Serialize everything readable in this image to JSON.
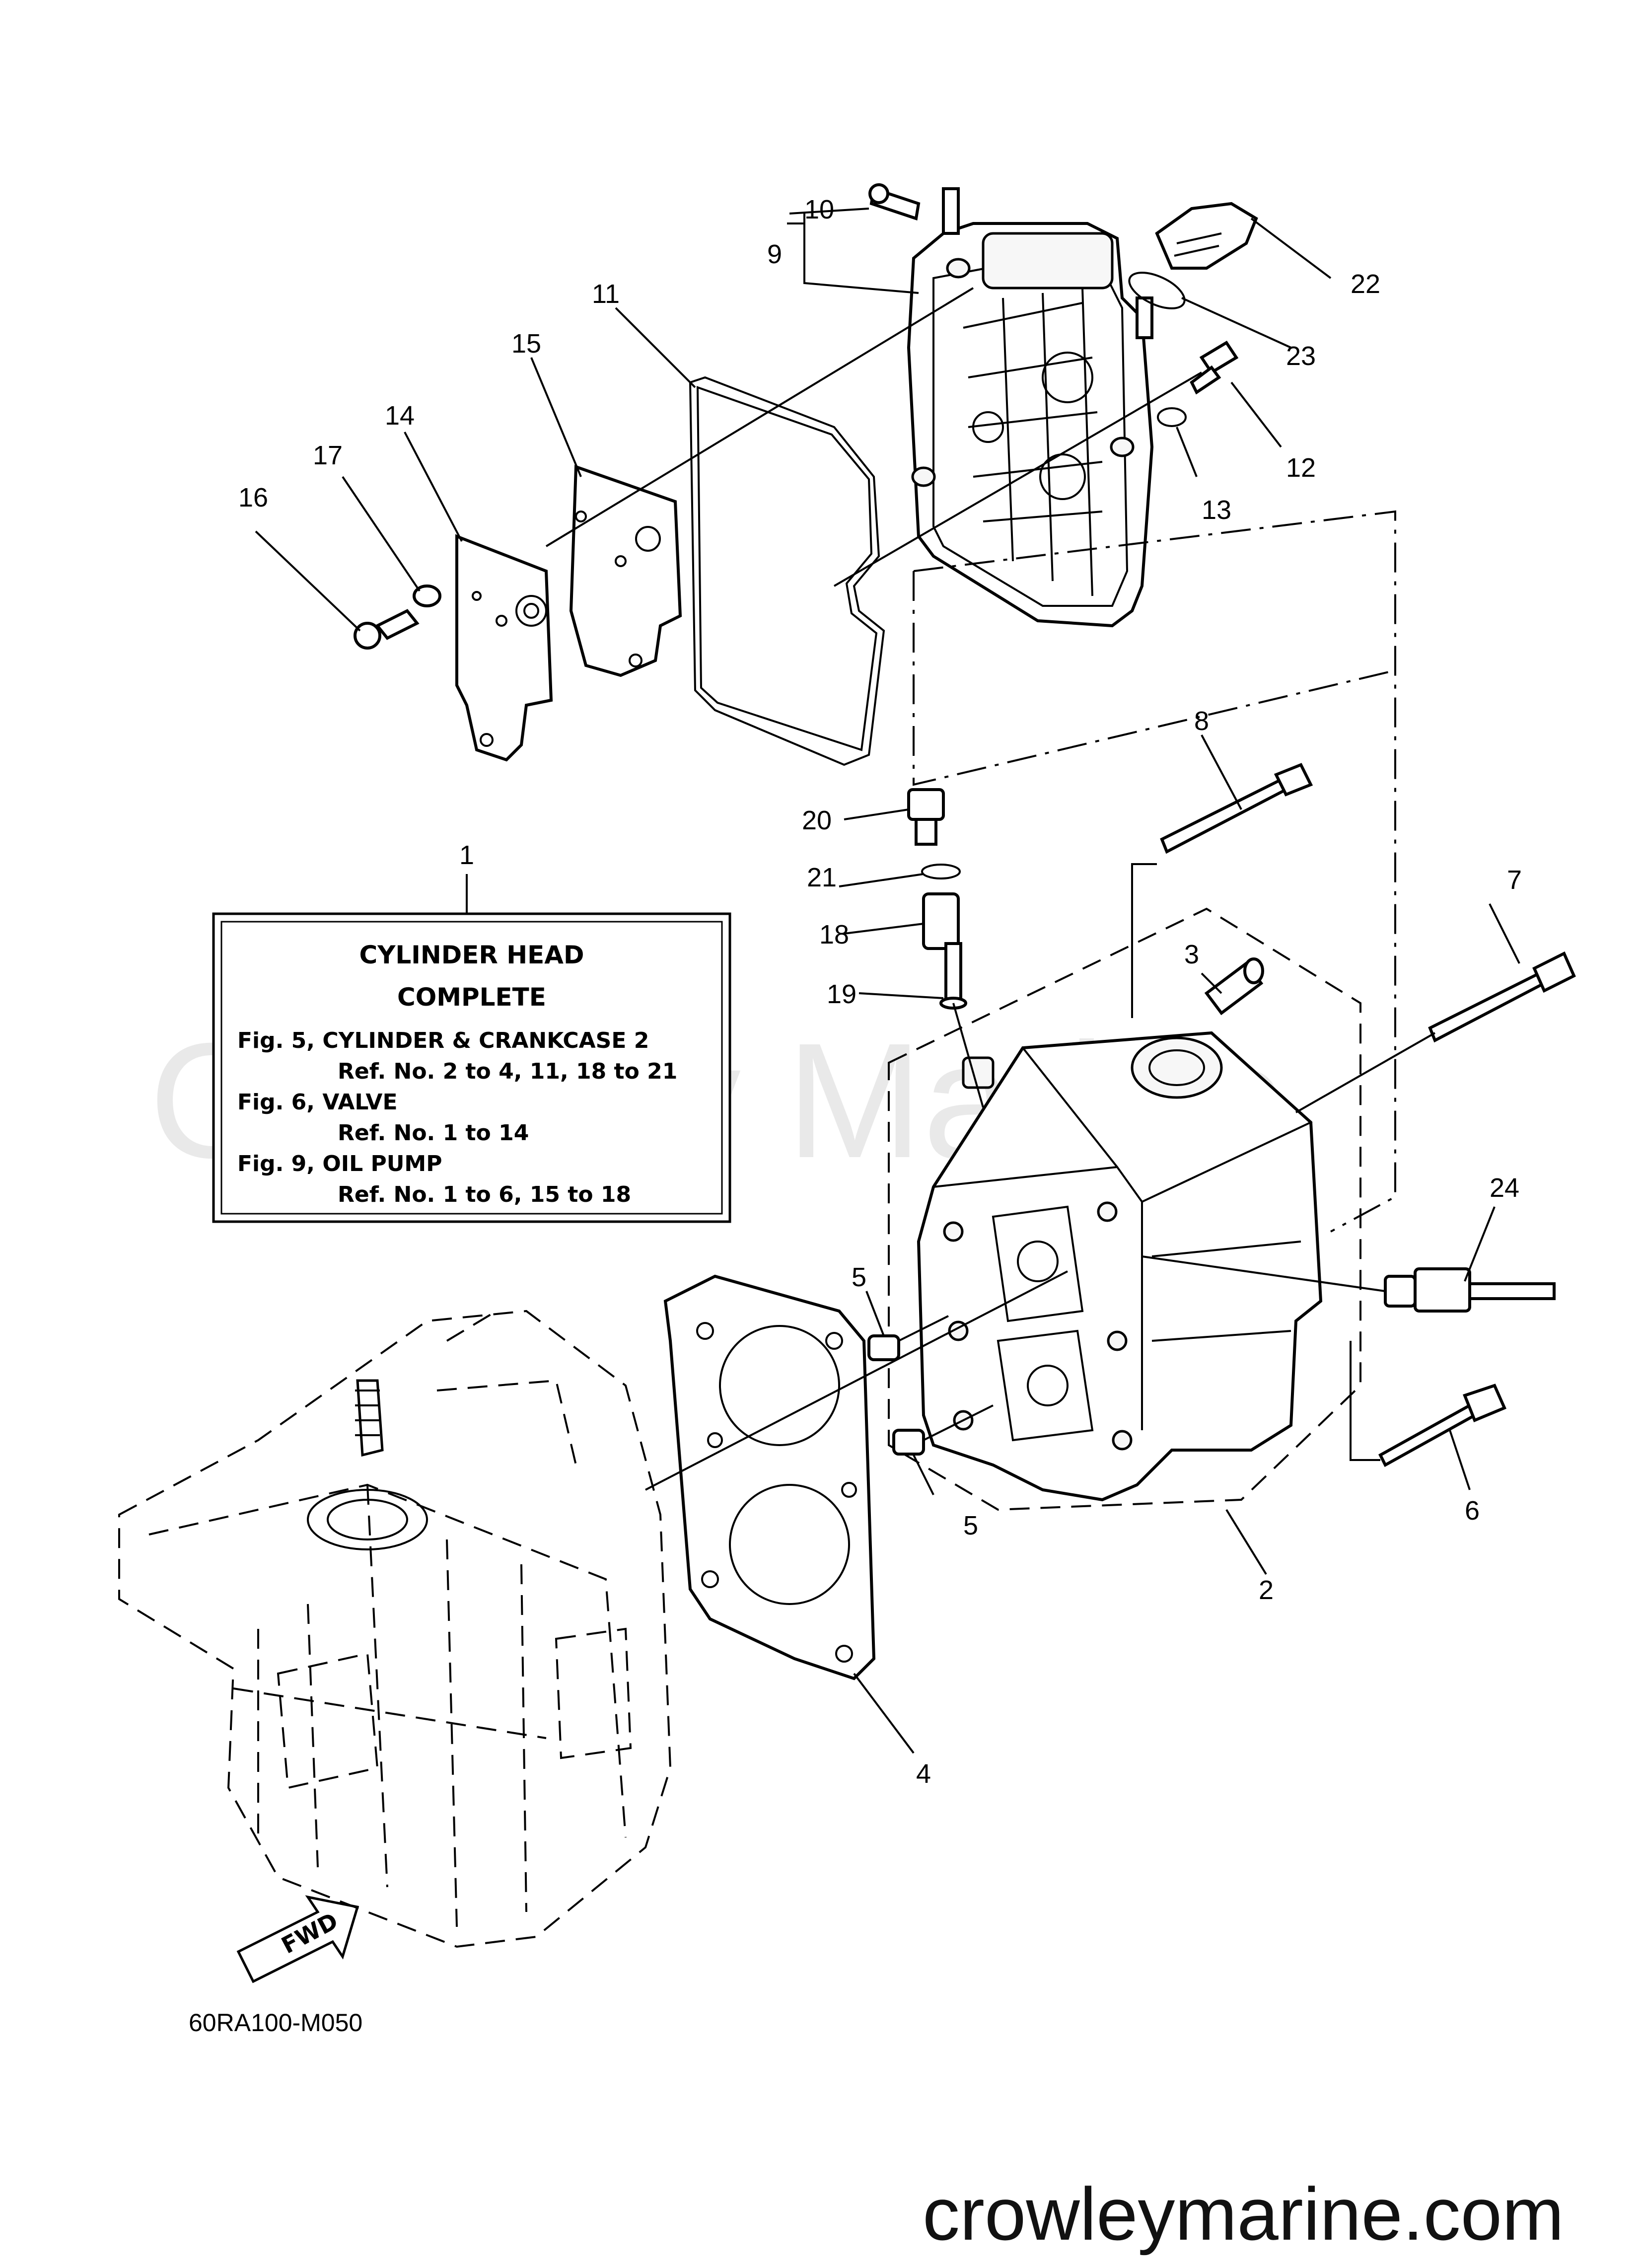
{
  "watermark": "Crowley Marine",
  "brand": "crowleymarine.com",
  "diagram_code": "60RA100-M050",
  "fwd_label": "FWD",
  "info_box": {
    "title_line1": "CYLINDER HEAD",
    "title_line2": "COMPLETE",
    "line1": "Fig. 5, CYLINDER & CRANKCASE 2",
    "line2": "Ref. No. 2 to 4, 11, 18 to 21",
    "line3": "Fig. 6, VALVE",
    "line4": "Ref. No. 1 to 14",
    "line5": "Fig. 9, OIL PUMP",
    "line6": "Ref. No. 1 to 6, 15 to 18"
  },
  "callouts": {
    "c1": "1",
    "c2": "2",
    "c3": "3",
    "c4": "4",
    "c5a": "5",
    "c5b": "5",
    "c6": "6",
    "c7": "7",
    "c8": "8",
    "c9": "9",
    "c10": "10",
    "c11": "11",
    "c12": "12",
    "c13": "13",
    "c14": "14",
    "c15": "15",
    "c16": "16",
    "c17": "17",
    "c18": "18",
    "c19": "19",
    "c20": "20",
    "c21": "21",
    "c22": "22",
    "c23": "23",
    "c24": "24"
  }
}
